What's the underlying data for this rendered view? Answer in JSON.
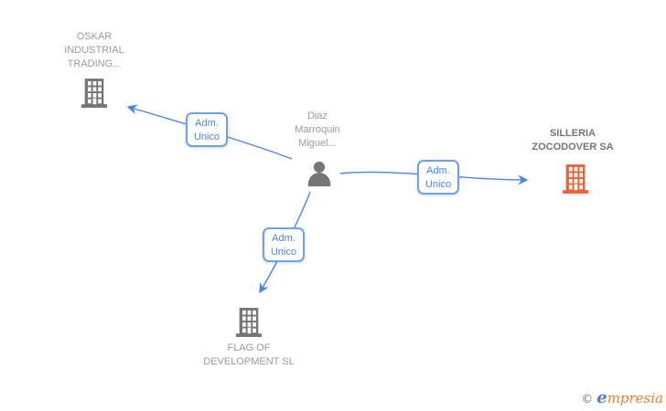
{
  "diagram": {
    "type": "corporate-relationship-graph",
    "background": "#ffffff",
    "colors": {
      "edge_blue": "#4a86e8",
      "edge_label_border": "#71a2df",
      "edge_label_text": "#4a86e8",
      "node_label_gray": "#9a9a9a",
      "node_label_highlight": "#767676",
      "building_gray": "#757575",
      "building_orange": "#f95d35",
      "person_gray": "#757575"
    },
    "nodes": {
      "oskar": {
        "label": "OSKAR INDUSTRIAL TRADING...",
        "type": "company",
        "icon": "building-icon",
        "icon_color": "gray"
      },
      "diaz": {
        "label": "Diaz Marroquin Miguel...",
        "type": "person",
        "icon": "person-icon",
        "icon_color": "gray"
      },
      "silleria": {
        "label": "SILLERIA ZOCODOVER SA",
        "type": "company",
        "icon": "building-icon",
        "icon_color": "orange",
        "highlighted": true
      },
      "flag": {
        "label": "FLAG OF DEVELOPMENT SL",
        "type": "company",
        "icon": "building-icon",
        "icon_color": "gray"
      }
    },
    "edges": [
      {
        "from": "diaz",
        "to": "oskar",
        "label": "Adm. Unico"
      },
      {
        "from": "diaz",
        "to": "silleria",
        "label": "Adm. Unico"
      },
      {
        "from": "diaz",
        "to": "flag",
        "label": "Adm. Unico"
      }
    ]
  },
  "watermark": {
    "copyright": "©",
    "brand_first_letter": "e",
    "brand_rest": "mpresia"
  }
}
